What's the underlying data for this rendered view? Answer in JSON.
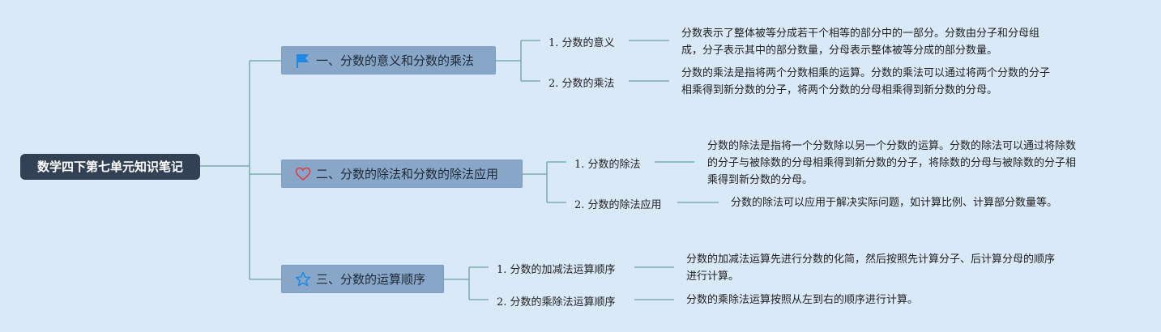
{
  "root": {
    "title": "数学四下第七单元知识笔记"
  },
  "branches": [
    {
      "title": "一、分数的意义和分数的乘法",
      "icon": "flag-icon",
      "children": [
        {
          "label": "1. 分数的意义",
          "desc": [
            "分数表示了整体被等分成若干个相等的部分中的一部分。分数由分子和分母组",
            "成，分子表示其中的部分数量，分母表示整体被等分成的部分数量。"
          ]
        },
        {
          "label": "2. 分数的乘法",
          "desc": [
            "分数的乘法是指将两个分数相乘的运算。分数的乘法可以通过将两个分数的分子",
            "相乘得到新分数的分子，将两个分数的分母相乘得到新分数的分母。"
          ]
        }
      ]
    },
    {
      "title": "二、分数的除法和分数的除法应用",
      "icon": "heart-icon",
      "children": [
        {
          "label": "1. 分数的除法",
          "desc": [
            "分数的除法是指将一个分数除以另一个分数的运算。分数的除法可以通过将除数",
            "的分子与被除数的分母相乘得到新分数的分子，将除数的分母与被除数的分子相",
            "乘得到新分数的分母。"
          ]
        },
        {
          "label": "2. 分数的除法应用",
          "desc": [
            "分数的除法可以应用于解决实际问题，如计算比例、计算部分数量等。"
          ]
        }
      ]
    },
    {
      "title": "三、分数的运算顺序",
      "icon": "star-icon",
      "children": [
        {
          "label": "1. 分数的加减法运算顺序",
          "desc": [
            "分数的加减法运算先进行分数的化简，然后按照先计算分子、后计算分母的顺序",
            "进行计算。"
          ]
        },
        {
          "label": "2. 分数的乘除法运算顺序",
          "desc": [
            "分数的乘除法运算按照从左到右的顺序进行计算。"
          ]
        }
      ]
    }
  ],
  "colors": {
    "background": "#d9e9f8",
    "root": "#334155",
    "branch": "#88a7c8",
    "line": "#6aa3a0",
    "flag": "#1e88e5",
    "heart": "#e23b3b",
    "star": "#1e88e5"
  }
}
